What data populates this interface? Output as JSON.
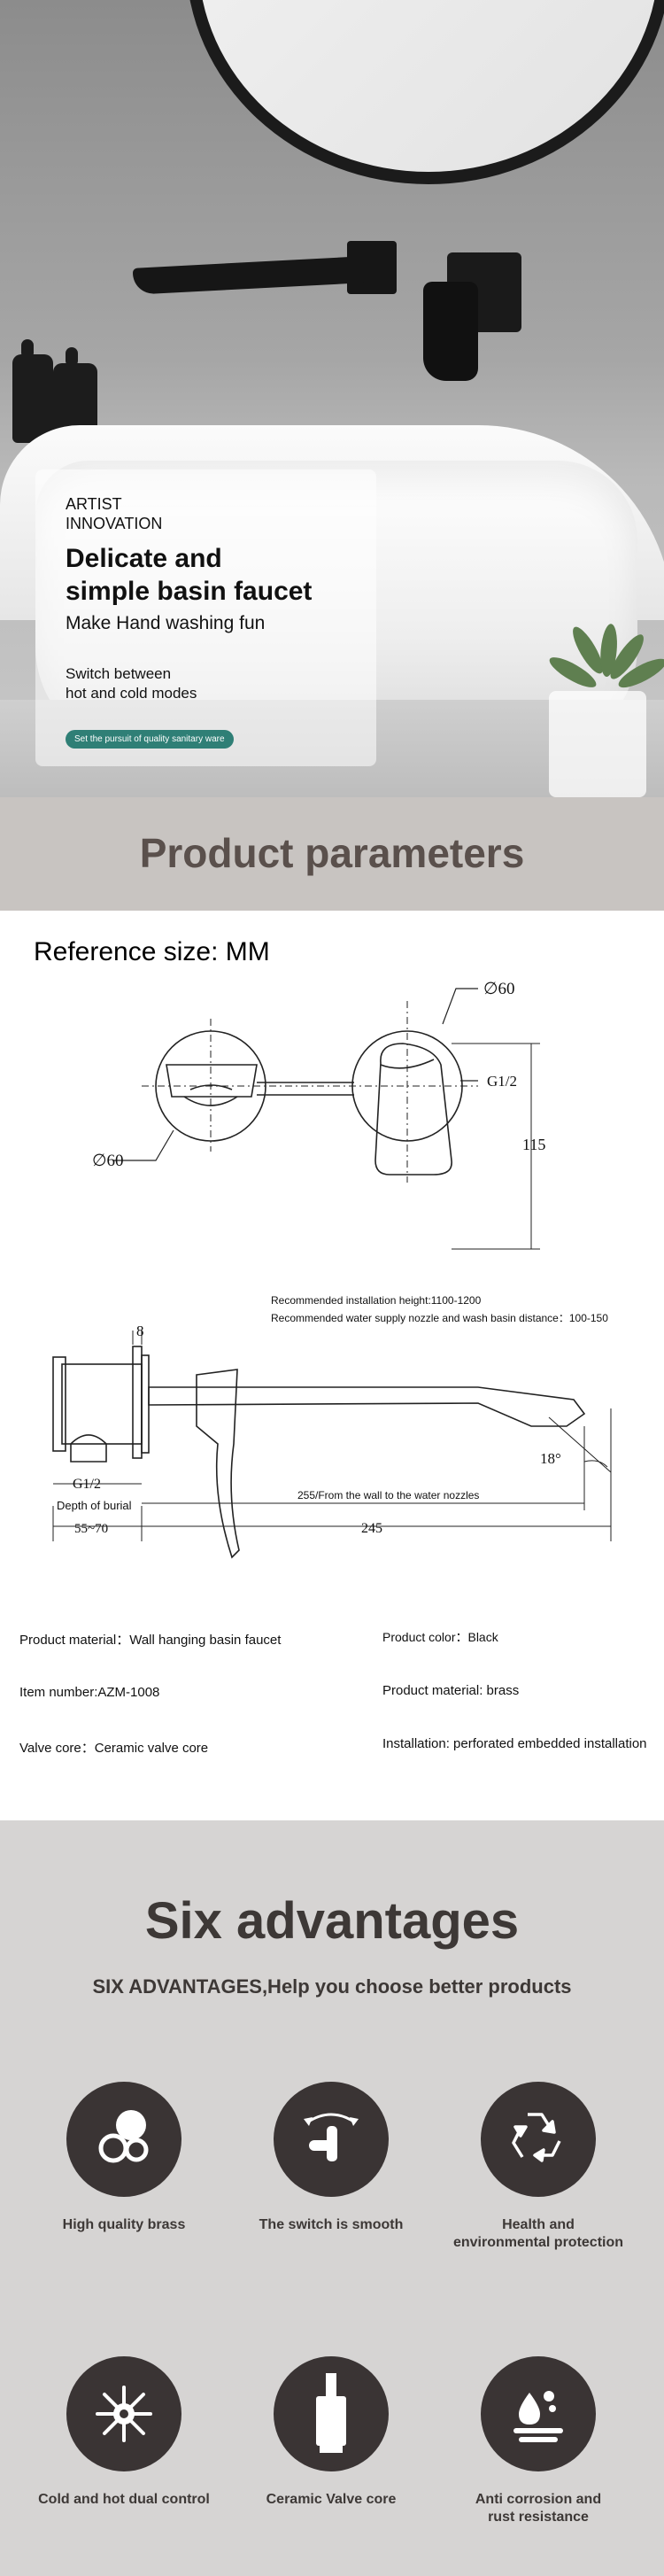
{
  "hero": {
    "brand_line1": "ARTIST",
    "brand_line2": "INNOVATION",
    "title_line1": "Delicate and",
    "title_line2": "simple basin faucet",
    "subtitle": "Make Hand washing fun",
    "desc_line1": "Switch between",
    "desc_line2": "hot and cold modes",
    "pill": "Set the pursuit of quality sanitary ware"
  },
  "params": {
    "heading": "Product parameters",
    "reference_size": "Reference size: MM"
  },
  "diagram": {
    "dia_top": "∅60",
    "dia_left": "∅60",
    "thread_top": "G1/2",
    "height": "115",
    "rec_height": "Recommended installation height:1100-1200",
    "rec_distance": "Recommended water supply nozzle and wash basin distance：100-150",
    "depth_top": "8",
    "angle": "18°",
    "thread_bottom": "G1/2",
    "depth_of_burial": "Depth of burial",
    "wall_to_nozzle": "255/From the wall to the water nozzles",
    "burial_range": "55~70",
    "length": "245"
  },
  "specs": {
    "material_left": "Product material：Wall hanging basin faucet",
    "color": "Product color：Black",
    "item_number": "Item number:AZM-1008",
    "material_right": "Product material: brass",
    "valve_core": "Valve core：Ceramic valve core",
    "installation": "Installation: perforated embedded installation"
  },
  "advantages": {
    "title": "Six advantages",
    "subtitle": "SIX ADVANTAGES,Help you choose better products",
    "items": [
      {
        "label_line1": "High quality brass",
        "label_line2": "",
        "icon": "brass-icon"
      },
      {
        "label_line1": "The switch is smooth",
        "label_line2": "",
        "icon": "smooth-switch-icon"
      },
      {
        "label_line1": "Health and",
        "label_line2": "environmental protection",
        "icon": "recycle-icon"
      },
      {
        "label_line1": "Cold and hot dual control",
        "label_line2": "",
        "icon": "hot-cold-icon"
      },
      {
        "label_line1": "Ceramic Valve core",
        "label_line2": "",
        "icon": "valve-core-icon"
      },
      {
        "label_line1": "Anti corrosion and",
        "label_line2": "rust resistance",
        "icon": "anti-corrosion-icon"
      }
    ]
  },
  "colors": {
    "banner_bg": "#c8c4c1",
    "heading_brown": "#5a504c",
    "advantages_bg": "#d6d4d3",
    "icon_circle": "#3a3434",
    "pill_teal": "#2f7f76"
  }
}
